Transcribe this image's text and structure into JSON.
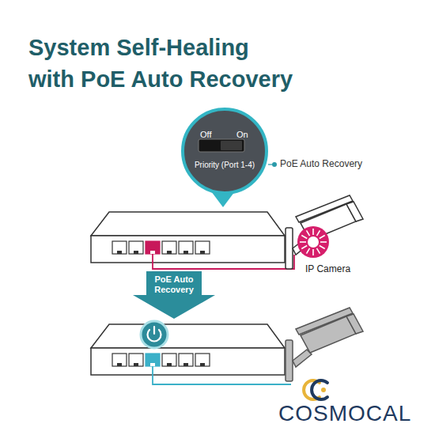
{
  "diagram": {
    "title": "System Self-Healing with PoE Auto Recovery",
    "nodes": [
      {
        "text": [
          "Off",
          "On",
          "Priority (Port 1-4)"
        ]
      },
      {
        "text": [
          "PoE Auto Recovery"
        ]
      }
    ],
    "labels": [
      "PoE Auto Recovery",
      "IP Camera",
      "COSMOCAL"
    ]
  }
}
